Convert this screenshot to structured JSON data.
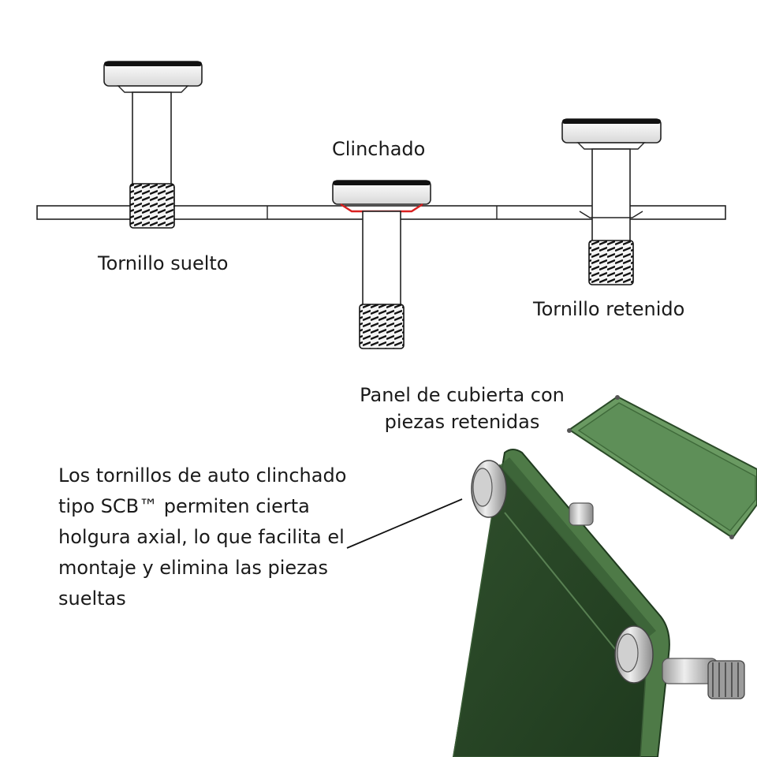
{
  "labels": {
    "loose_screw": "Tornillo suelto",
    "clinched": "Clinchado",
    "retained_screw": "Tornillo retenido",
    "panel_line1": "Panel de cubierta con",
    "panel_line2": "piezas retenidas",
    "description_lines": [
      "Los tornillos de auto clinchado",
      "tipo SCB™ permiten cierta",
      "holgura axial, lo que facilita el",
      "montaje y elimina las piezas",
      "sueltas"
    ]
  },
  "colors": {
    "panel_dark": "#2c4a2a",
    "panel_edge": "#4e7a47",
    "panel_light": "#5e8f58",
    "clinch_red": "#d92020",
    "metal": "#c9c9c9"
  }
}
